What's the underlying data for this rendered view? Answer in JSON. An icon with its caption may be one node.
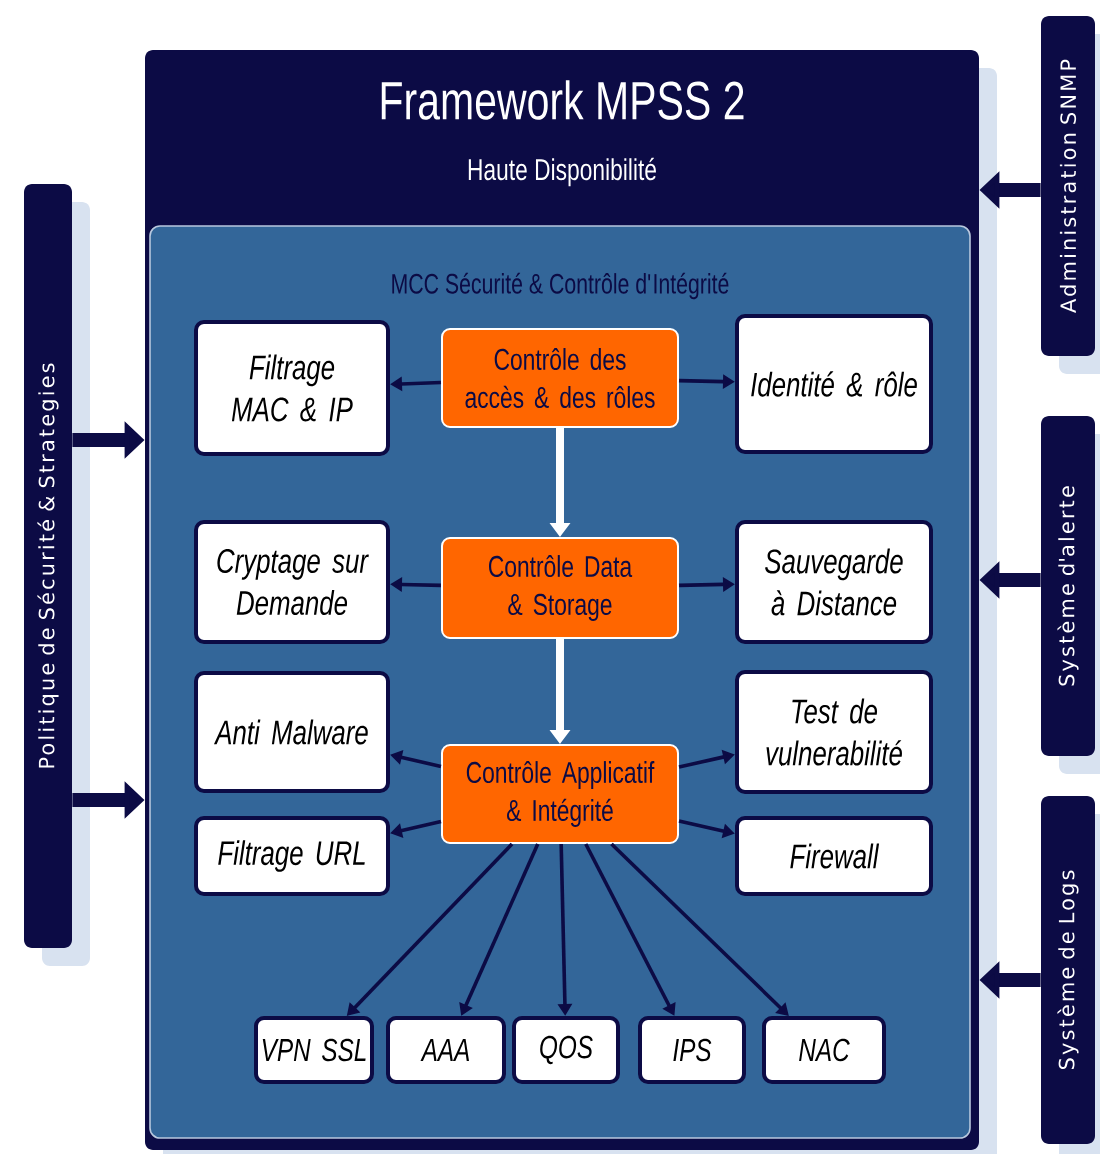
{
  "diagram": {
    "nodes": [
      {
        "text": [
          "Framework MPSS 2",
          "Haute Disponibilité"
        ]
      },
      {
        "text": [
          "MCC Sécurité & Contrôle d'Intégrité"
        ],
        "in": 0
      },
      {
        "text": [
          "Contrôle des accès & des rôles"
        ],
        "in": 1
      },
      {
        "text": [
          "Filtrage MAC & IP"
        ],
        "in": 1
      },
      {
        "text": [
          "Identité & rôle"
        ],
        "in": 1
      },
      {
        "text": [
          "Contrôle Data & Storage"
        ],
        "in": 1
      },
      {
        "text": [
          "Cryptage sur Demande"
        ],
        "in": 1
      },
      {
        "text": [
          "Sauvegarde à Distance"
        ],
        "in": 1
      },
      {
        "text": [
          "Contrôle Applicatif & Intégrité"
        ],
        "in": 1
      },
      {
        "text": [
          "Anti Malware"
        ],
        "in": 1
      },
      {
        "text": [
          "Filtrage URL"
        ],
        "in": 1
      },
      {
        "text": [
          "Test de vulnerabilité"
        ],
        "in": 1
      },
      {
        "text": [
          "Firewall"
        ],
        "in": 1
      },
      {
        "text": [
          "VPN SSL"
        ],
        "in": 1
      },
      {
        "text": [
          "AAA"
        ],
        "in": 1
      },
      {
        "text": [
          "QOS"
        ],
        "in": 1
      },
      {
        "text": [
          "IPS"
        ],
        "in": 1
      },
      {
        "text": [
          "NAC"
        ],
        "in": 1
      },
      {
        "text": [
          "Politique de Sécurité & Strategies"
        ]
      },
      {
        "text": [
          "Administration SNMP"
        ]
      },
      {
        "text": [
          "Système d'alerte"
        ]
      },
      {
        "text": [
          "Système de Logs"
        ]
      }
    ],
    "edges": [
      {
        "from": 2,
        "to": 3,
        "arrow": "to"
      },
      {
        "from": 2,
        "to": 4,
        "arrow": "to"
      },
      {
        "from": 2,
        "to": 5,
        "arrow": "to",
        "style": "thick",
        "color": "#ffffff"
      },
      {
        "from": 5,
        "to": 6,
        "arrow": "to"
      },
      {
        "from": 5,
        "to": 7,
        "arrow": "to"
      },
      {
        "from": 5,
        "to": 8,
        "arrow": "to",
        "style": "thick",
        "color": "#ffffff"
      },
      {
        "from": 8,
        "to": 9,
        "arrow": "to"
      },
      {
        "from": 8,
        "to": 10,
        "arrow": "to"
      },
      {
        "from": 8,
        "to": 11,
        "arrow": "to"
      },
      {
        "from": 8,
        "to": 12,
        "arrow": "to"
      },
      {
        "from": 8,
        "to": 13,
        "arrow": "to"
      },
      {
        "from": 8,
        "to": 14,
        "arrow": "to"
      },
      {
        "from": 8,
        "to": 15,
        "arrow": "to"
      },
      {
        "from": 8,
        "to": 16,
        "arrow": "to"
      },
      {
        "from": 8,
        "to": 17,
        "arrow": "to"
      },
      {
        "from": 18,
        "to": 0,
        "arrow": "to",
        "style": "thick"
      },
      {
        "from": 18,
        "to": 0,
        "arrow": "to",
        "style": "thick"
      },
      {
        "from": 19,
        "to": 0,
        "arrow": "to",
        "style": "thick"
      },
      {
        "from": 20,
        "to": 0,
        "arrow": "to",
        "style": "thick"
      },
      {
        "from": 21,
        "to": 0,
        "arrow": "to",
        "style": "thick"
      }
    ]
  }
}
